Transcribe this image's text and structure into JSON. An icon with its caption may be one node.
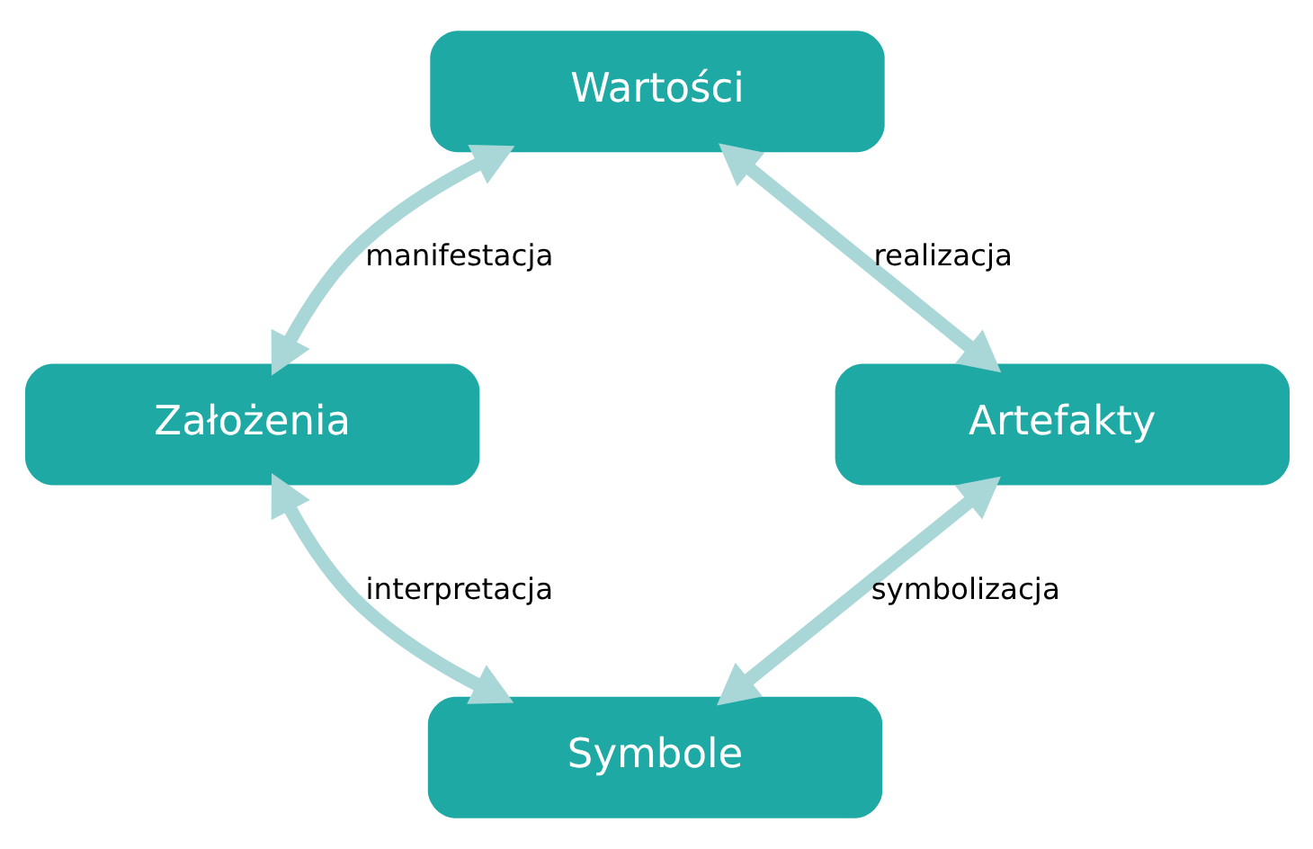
{
  "diagram": {
    "nodes": [
      {
        "text": [
          "Wartości"
        ]
      },
      {
        "text": [
          "Założenia"
        ]
      },
      {
        "text": [
          "Artefakty"
        ]
      },
      {
        "text": [
          "Symbole"
        ]
      }
    ],
    "edges": [
      {
        "from": 0,
        "to": 1,
        "arrow": "both",
        "label": "manifestacja"
      },
      {
        "from": 0,
        "to": 2,
        "arrow": "both",
        "label": "realizacja"
      },
      {
        "from": 1,
        "to": 3,
        "arrow": "both",
        "label": "interpretacja"
      },
      {
        "from": 2,
        "to": 3,
        "arrow": "both",
        "label": "symbolizacja"
      }
    ]
  }
}
